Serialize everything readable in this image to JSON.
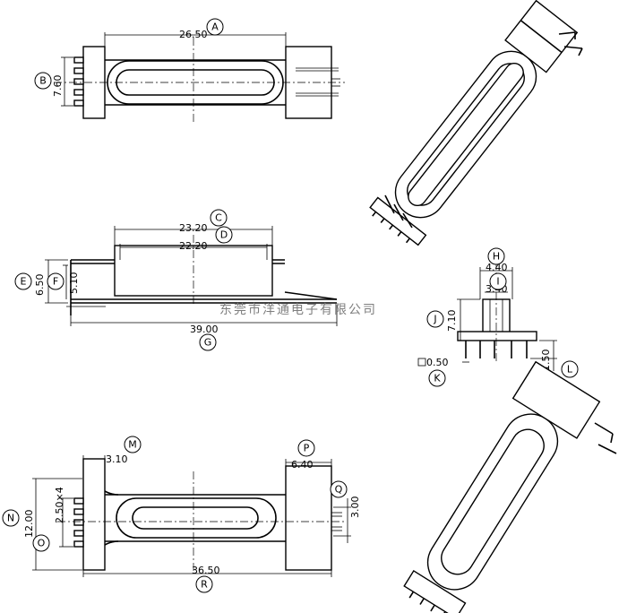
{
  "watermark": "东莞市洋通电子有限公司",
  "dimensions": {
    "top_view": {
      "A": "26.50",
      "B": "7.60"
    },
    "side_view": {
      "C": "23.20",
      "D": "22.20",
      "E": "6.50",
      "F": "5.10",
      "G": "39.00"
    },
    "end_view": {
      "H": "4.40",
      "I": "3.40",
      "J": "7.10",
      "K": "0.50",
      "L": "1.50"
    },
    "bottom_view": {
      "M": "3.10",
      "P": "6.40",
      "Q": "3.00",
      "N": "12.00",
      "O": "2.50×4",
      "R": "36.50"
    }
  },
  "callouts": [
    "A",
    "B",
    "C",
    "D",
    "E",
    "F",
    "G",
    "H",
    "I",
    "J",
    "K",
    "L",
    "M",
    "N",
    "O",
    "P",
    "Q",
    "R"
  ]
}
